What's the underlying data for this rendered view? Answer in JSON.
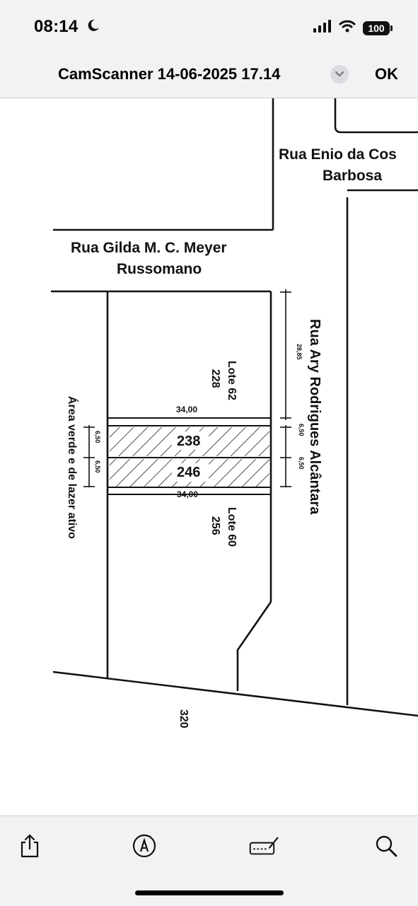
{
  "status_bar": {
    "time": "08:14",
    "battery": "100"
  },
  "nav": {
    "title": "CamScanner 14-06-2025 17.14",
    "ok_label": "OK"
  },
  "document": {
    "street_enio_line1": "Rua Enio da Cos",
    "street_enio_line2": "Barbosa",
    "street_gilda_line1": "Rua Gilda M. C. Meyer",
    "street_gilda_line2": "Russomano",
    "street_ary": "Rua Ary Rodrigues Alcântara",
    "area_verde": "Área verde e de lazer ativo",
    "lote62_a": "Lote 62",
    "lote62_b": "228",
    "lote60_a": "Lote 60",
    "lote60_b": "256",
    "dim_top": "34,00",
    "dim_bottom": "34,00",
    "dim_right": "28,85",
    "dim_650_l1": "6,50",
    "dim_650_l2": "6,50",
    "dim_650_r1": "6,50",
    "dim_650_r2": "6,50",
    "lot_238": "238",
    "lot_246": "246",
    "number_320": "320"
  },
  "toolbar": {
    "share": "share-icon",
    "markup": "markup-icon",
    "signature": "signature-icon",
    "search": "search-icon"
  }
}
